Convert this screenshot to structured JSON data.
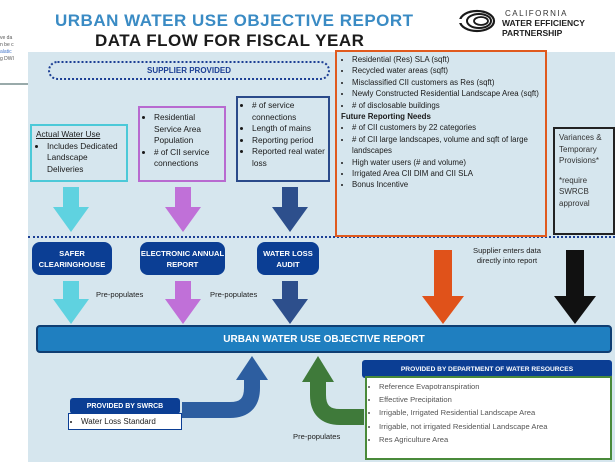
{
  "title": "URBAN WATER USE OBJECTIVE REPORT",
  "subtitle": "DATA FLOW FOR FISCAL YEAR",
  "logo": {
    "line1": "CALIFORNIA",
    "line2": "WATER EFFICIENCY",
    "line3": "PARTNERSHIP",
    "icon": "swirl-logo-icon"
  },
  "left_strip": {
    "lines": [
      "ve da",
      "n be c",
      "alatic",
      "g DWI"
    ]
  },
  "supplier_provided": "SUPPLIER PROVIDED",
  "actual_water_use": {
    "heading": "Actual Water Use",
    "items": [
      "Includes Dedicated Landscape Deliveries"
    ]
  },
  "population_box": {
    "items": [
      "Residential Service Area Population",
      "# of CII service connections"
    ]
  },
  "water_loss_box": {
    "items": [
      "# of service connections",
      "Length of mains",
      "Reporting period",
      "Reported real water loss"
    ]
  },
  "orange_box": {
    "items": [
      "Residential (Res) SLA (sqft)",
      "Recycled water areas (sqft)",
      "Misclassified CII customers as Res (sqft)",
      "Newly Constructed Residential Landscape Area (sqft)",
      "# of disclosable buildings"
    ],
    "future_heading": "Future Reporting Needs",
    "future_items": [
      "# of CII customers by 22 categories",
      "# of CII large landscapes, volume and sqft of large landscapes",
      "High water users (# and volume)",
      "Irrigated Area CII DIM and CII SLA",
      "Bonus Incentive"
    ]
  },
  "variances_box": {
    "line1": "Variances &",
    "line2": "Temporary",
    "line3": "Provisions*",
    "line4": "*require",
    "line5": "SWRCB",
    "line6": "approval"
  },
  "tiles": {
    "safer": "SAFER CLEARINGHOUSE",
    "electronic": "ELECTRONIC ANNUAL REPORT",
    "water_loss": "WATER LOSS AUDIT"
  },
  "prepopulates_1": "Pre-populates",
  "prepopulates_2": "Pre-populates",
  "prepopulates_3": "Pre-populates",
  "supplier_enters": "Supplier enters data directly into report",
  "main_report": "URBAN WATER USE OBJECTIVE REPORT",
  "swrcb": {
    "header": "PROVIDED BY SWRCB",
    "items": [
      "Water Loss Standard"
    ]
  },
  "dwr": {
    "header": "PROVIDED BY DEPARTMENT OF WATER RESOURCES",
    "items": [
      "Reference Evapotranspiration",
      "Effective Precipitation",
      "Irrigable, Irrigated Residential Landscape Area",
      "Irrigable, not irrigated Residential Landscape Area",
      "Res Agriculture Area"
    ]
  },
  "colors": {
    "background": "#d6e6ee",
    "title_blue": "#3a8bc4",
    "navy": "#0b3e94",
    "cyan": "#4cc9d8",
    "purple": "#b86ad0",
    "orange": "#e05a1e",
    "green": "#4a8a3a",
    "report_bar": "#1f7fc0"
  }
}
